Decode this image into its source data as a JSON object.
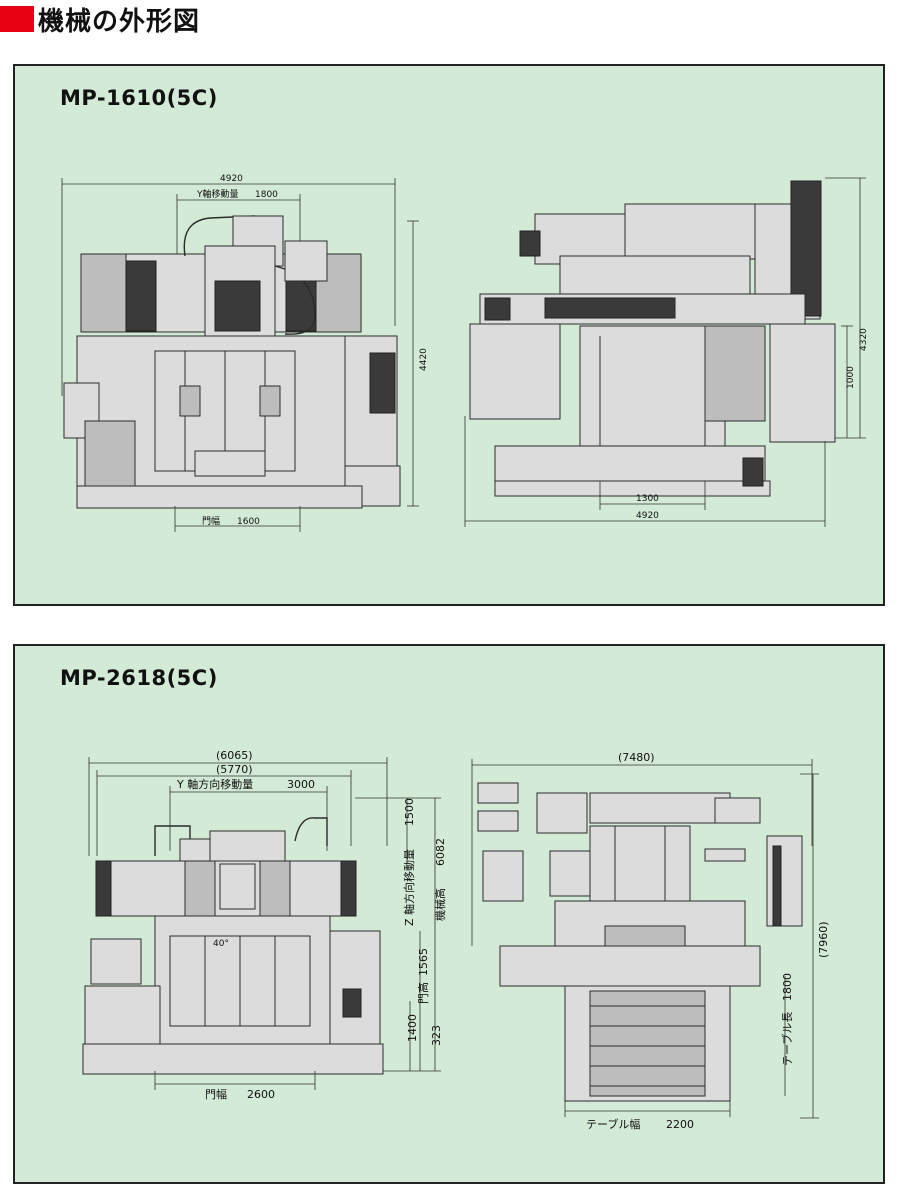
{
  "header": {
    "title": "機械の外形図",
    "accent_color": "#e60012"
  },
  "panel_color": "#d3ead6",
  "machines": [
    {
      "model": "MP-1610(5C)",
      "front": {
        "overall_width": "4920",
        "y_travel_label": "Y軸移動量",
        "y_travel": "1800",
        "height": "4420",
        "gate_label": "門幅",
        "gate_width": "1600"
      },
      "side": {
        "height": "4320",
        "dim_1000": "1000",
        "dim_1300": "1300",
        "overall_length": "4920"
      }
    },
    {
      "model": "MP-2618(5C)",
      "front": {
        "overall_width": "(6065)",
        "width_2": "(5770)",
        "y_travel_label": "Y 軸方向移動量",
        "y_travel": "3000",
        "dim_1500": "1500",
        "z_travel_label": "Z 軸方向移動量",
        "z_travel": "6082",
        "machine_height_label": "機械高",
        "gate_height_label": "門高",
        "gate_height": "1565",
        "dim_1400": "1400",
        "dim_323": "323",
        "angle_label": "40°",
        "gate_label": "門幅",
        "gate_width": "2600"
      },
      "side": {
        "overall_length": "(7480)",
        "overall_height": "(7960)",
        "table_length_label": "テーブル長",
        "table_length": "1800",
        "table_width_label": "テーブル幅",
        "table_width": "2200"
      }
    }
  ]
}
